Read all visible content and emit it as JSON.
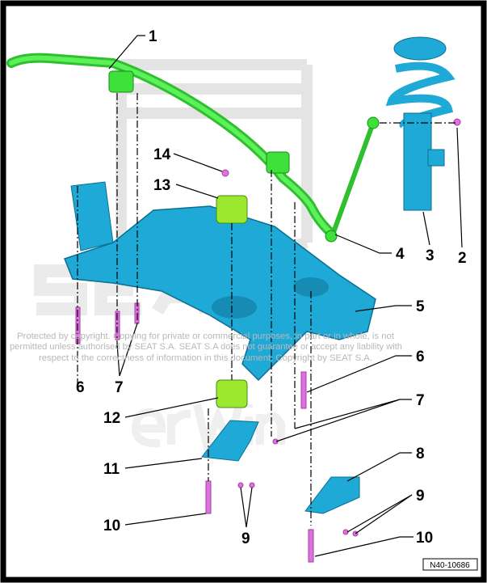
{
  "diagram": {
    "reference": "N40-10686",
    "watermark": {
      "line1": "Protected by copyright. Copying for private or commercial purposes, in part or in whole, is not",
      "line2": "permitted unless authorised by SEAT S.A. SEAT S.A does not guarantee or accept any liability with",
      "line3": "respect to the correctness of information in this document. Copyright by SEAT S.A."
    },
    "labels": [
      "1",
      "14",
      "13",
      "4",
      "3",
      "2",
      "5",
      "6",
      "7",
      "6",
      "7",
      "12",
      "8",
      "11",
      "9",
      "10",
      "9",
      "10"
    ],
    "colors": {
      "subframe": "#1fa9d6",
      "stabilizer": "#3ee03a",
      "bolts": "#e070e0",
      "bushing": "#9be82e"
    }
  }
}
